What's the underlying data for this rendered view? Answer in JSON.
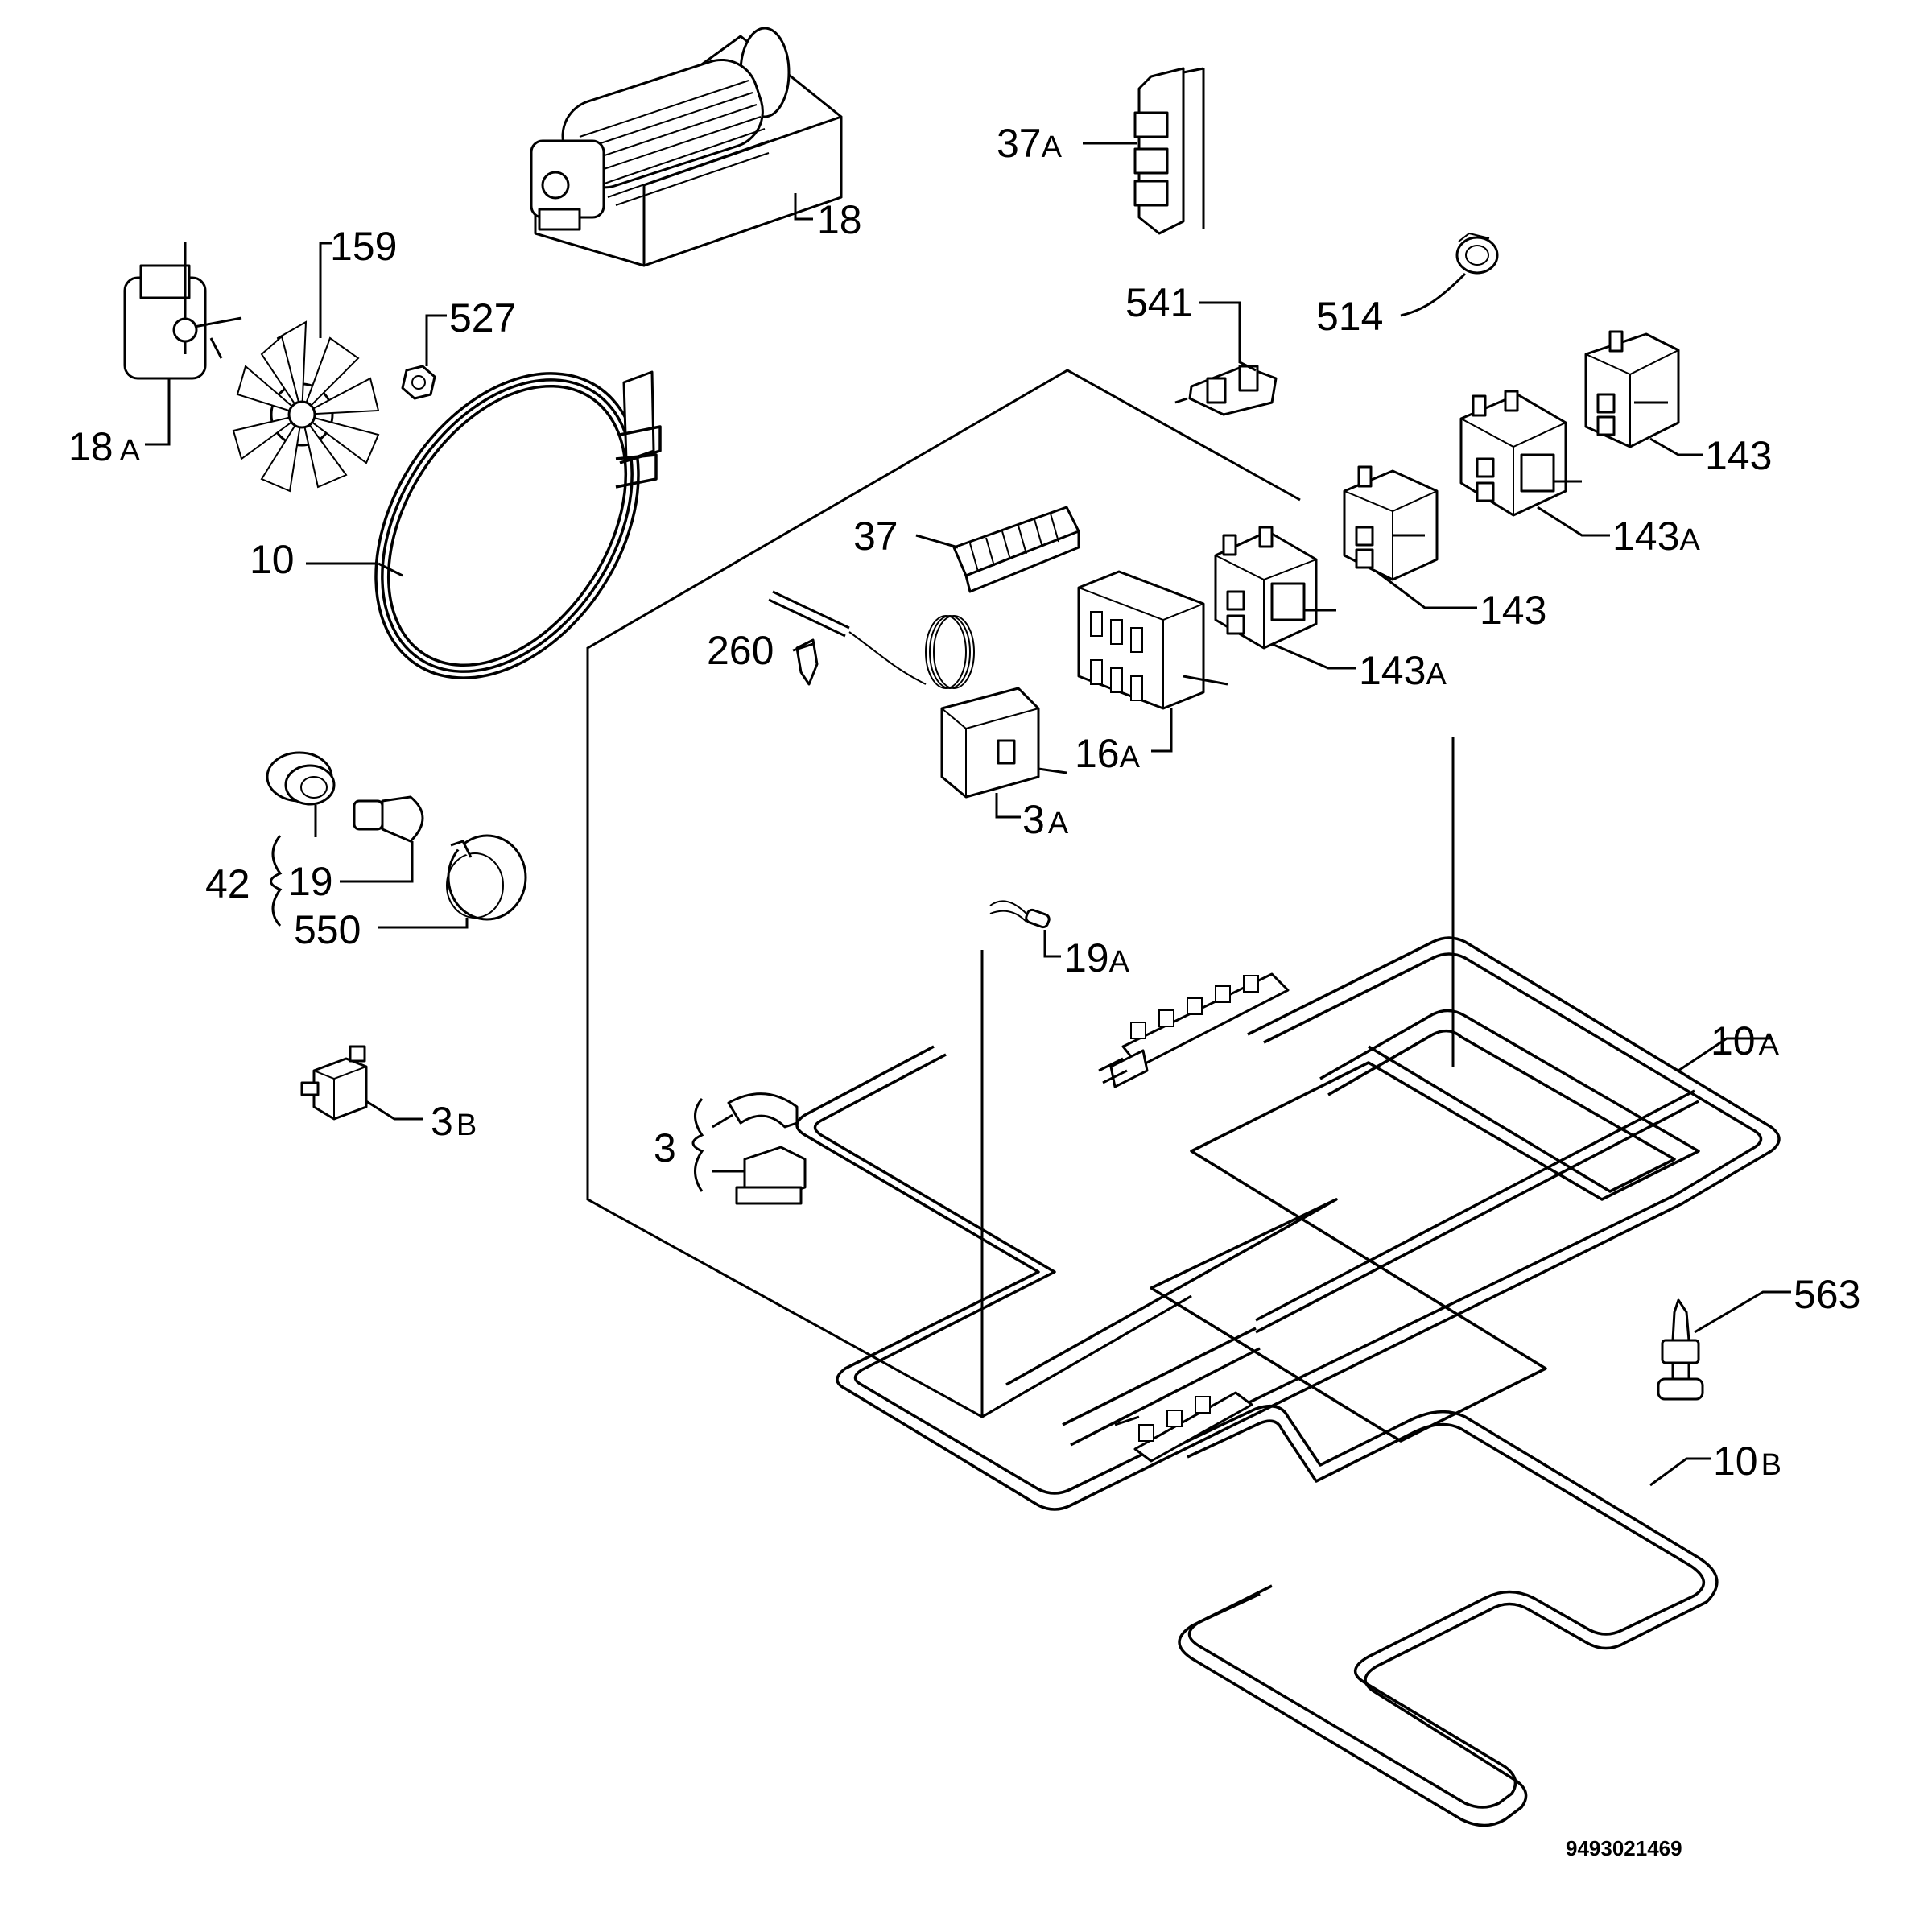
{
  "diagram": {
    "document_code": "9493021469",
    "labels": {
      "p18": "18",
      "p37A": "37",
      "p37A_sfx": "A",
      "p159": "159",
      "p527": "527",
      "p18A": "18",
      "p18A_sfx": "A",
      "p541": "541",
      "p514": "514",
      "p143_top": "143",
      "p143A_top": "143",
      "p143A_top_sfx": "A",
      "p143_mid": "143",
      "p143A_mid": "143",
      "p143A_mid_sfx": "A",
      "p10": "10",
      "p37": "37",
      "p260": "260",
      "p16A": "16",
      "p16A_sfx": "A",
      "p3A": "3",
      "p3A_sfx": "A",
      "p42": "42",
      "p19": "19",
      "p550": "550",
      "p19A": "19",
      "p19A_sfx": "A",
      "p10A": "10",
      "p10A_sfx": "A",
      "p3B": "3",
      "p3B_sfx": "B",
      "p3": "3",
      "p563": "563",
      "p10B": "10",
      "p10B_sfx": "B"
    }
  }
}
